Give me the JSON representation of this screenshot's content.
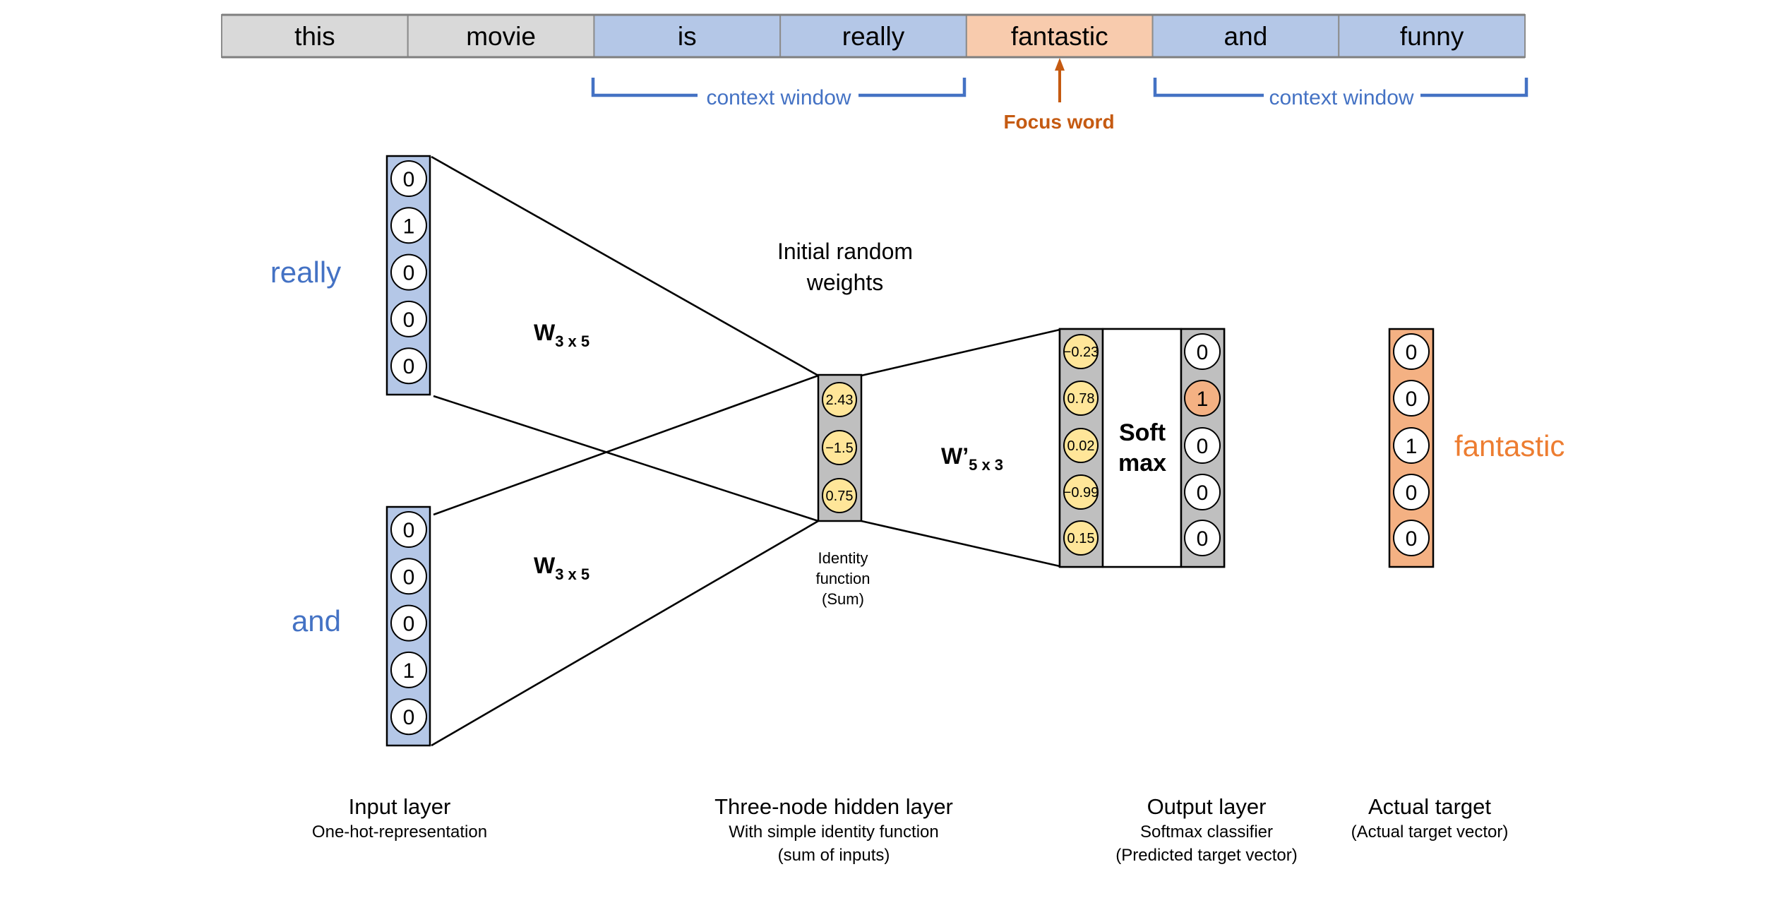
{
  "sentence": {
    "tokens": [
      {
        "text": "this",
        "role": "other"
      },
      {
        "text": "movie",
        "role": "other"
      },
      {
        "text": "is",
        "role": "context"
      },
      {
        "text": "really",
        "role": "context"
      },
      {
        "text": "fantastic",
        "role": "focus"
      },
      {
        "text": "and",
        "role": "context"
      },
      {
        "text": "funny",
        "role": "context"
      }
    ],
    "left_context_label": "context window",
    "right_context_label": "context window",
    "focus_label": "Focus word"
  },
  "colors": {
    "other_token": "#d9d9d9",
    "context_token": "#b4c7e7",
    "focus_token": "#f8cbad",
    "context_accent": "#4472c4",
    "focus_accent": "#c55a11",
    "target_accent": "#ed7d31",
    "hidden_node": "#ffe699",
    "layer_gray": "#bfbfbf",
    "target_fill": "#f4b183"
  },
  "input_layer": {
    "vectors": [
      {
        "word": "really",
        "values": [
          "0",
          "1",
          "0",
          "0",
          "0"
        ]
      },
      {
        "word": "and",
        "values": [
          "0",
          "0",
          "0",
          "1",
          "0"
        ]
      }
    ],
    "weight_label": {
      "main": "W",
      "sub": "3 x 5"
    },
    "title": "Input layer",
    "subtitle": "One-hot-representation"
  },
  "hidden_layer": {
    "annotation_lines": [
      "Initial random",
      "weights"
    ],
    "values": [
      "2.43",
      "−1.5",
      "0.75"
    ],
    "function_lines": [
      "Identity",
      "function",
      "(Sum)"
    ],
    "output_weight_label": {
      "main": "W’",
      "sub": "5 x 3"
    },
    "title": "Three-node hidden layer",
    "subtitle_lines": [
      "With simple identity function",
      "(sum of inputs)"
    ]
  },
  "output_layer": {
    "raw_values": [
      "−0.23",
      "0.78",
      "0.02",
      "−0.99",
      "0.15"
    ],
    "softmax_lines": [
      "Soft",
      "max"
    ],
    "predicted": [
      "0",
      "1",
      "0",
      "0",
      "0"
    ],
    "predicted_hot_index": 1,
    "title": "Output layer",
    "subtitle_lines": [
      "Softmax classifier",
      "(Predicted target vector)"
    ]
  },
  "target": {
    "word": "fantastic",
    "values": [
      "0",
      "0",
      "1",
      "0",
      "0"
    ],
    "title": "Actual target",
    "subtitle": "(Actual target vector)"
  }
}
